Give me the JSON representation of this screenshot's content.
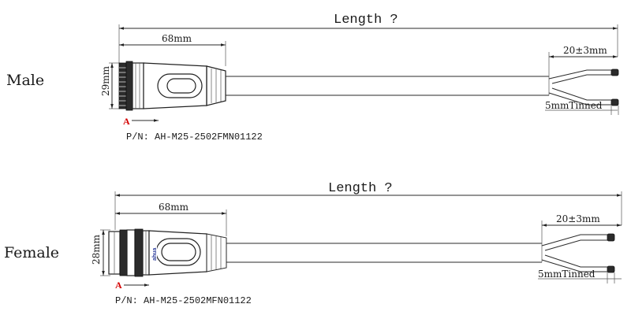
{
  "male": {
    "label": "Male",
    "length_label": "Length ?",
    "connector_length": "68mm",
    "connector_diameter": "29mm",
    "strip_length": "20±3mm",
    "tinned_label": "5mmTinned",
    "section_marker": "A",
    "part_number": "P/N: AH-M25-2502FMN01122"
  },
  "female": {
    "label": "Female",
    "length_label": "Length ?",
    "connector_length": "68mm",
    "connector_diameter": "28mm",
    "strip_length": "20±3mm",
    "tinned_label": "5mmTinned",
    "section_marker": "A",
    "part_number": "P/N: AH-M25-2502MFN01122",
    "logo_text": "ahua"
  },
  "colors": {
    "section_marker": "#d40000",
    "logo": "#2a3a9a"
  }
}
